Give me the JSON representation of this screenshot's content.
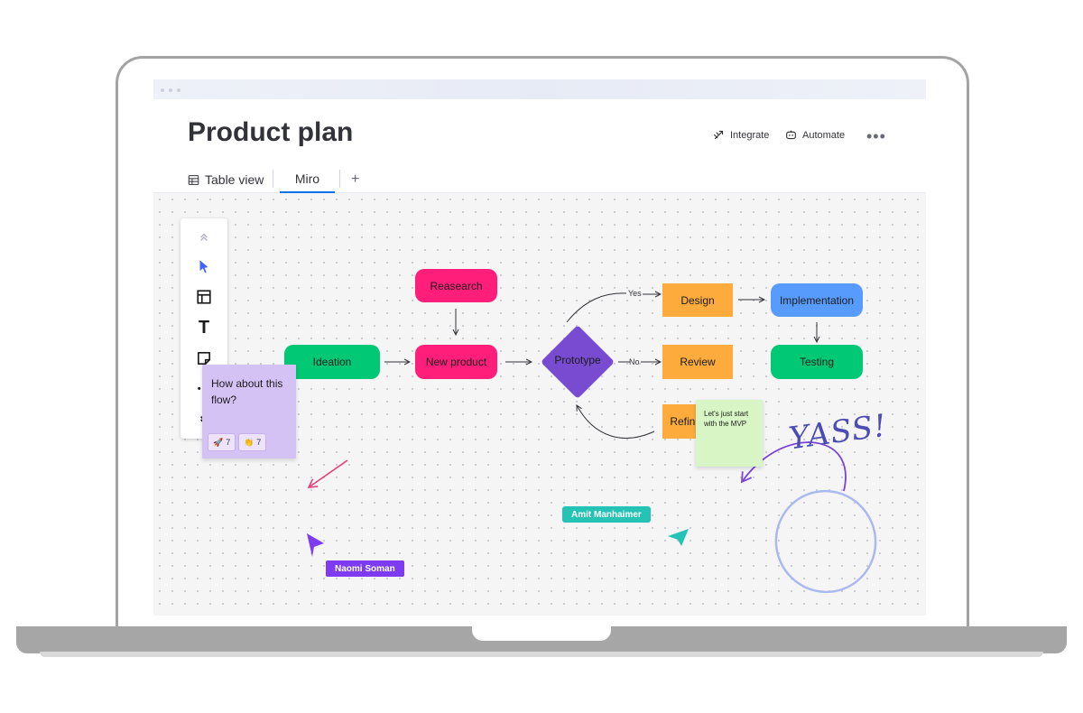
{
  "page": {
    "title": "Product plan"
  },
  "header_actions": {
    "integrate_label": "Integrate",
    "automate_label": "Automate",
    "more_label": "•••"
  },
  "tabs": [
    {
      "label": "Table view",
      "icon": "table-icon",
      "active": false
    },
    {
      "label": "Miro",
      "active": true
    },
    {
      "label": "+"
    }
  ],
  "toolbar": {
    "items": [
      "collapse-up-icon",
      "select-cursor-icon",
      "template-icon",
      "text-icon",
      "sticky-note-icon",
      "more-icon",
      "expand-down-icon"
    ],
    "text_glyph": "T",
    "more_glyph": "•••"
  },
  "flow": {
    "nodes": {
      "ideation": "Ideation",
      "research": "Reasearch",
      "new_product": "New product",
      "prototype": "Prototype",
      "design": "Design",
      "review": "Review",
      "refinement": "Refinement",
      "implementation": "Implementation",
      "testing": "Testing"
    },
    "edge_labels": {
      "yes": "Yes",
      "no": "No"
    }
  },
  "sticky_purple": {
    "text": "How about this flow?",
    "reactions": [
      {
        "emoji": "🚀",
        "count": "7"
      },
      {
        "emoji": "👏",
        "count": "7"
      }
    ]
  },
  "sticky_green": {
    "text": "Let's just start with the MVP"
  },
  "cursors": {
    "naomi": "Naomi Soman",
    "amit": "Amit Manhaimer"
  },
  "annotation": "YASS!",
  "colors": {
    "green": "#00c875",
    "pink": "#ff1e7a",
    "purple": "#784bd1",
    "orange": "#fdab3d",
    "blue": "#579bfc",
    "naomi_tag": "#7e3bf2",
    "amit_tag": "#25c2b6"
  }
}
